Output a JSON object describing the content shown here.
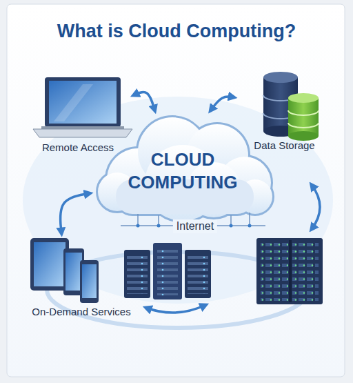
{
  "diagram": {
    "title": "What is Cloud Computing?",
    "nodes": [
      {
        "text": [
          "Remote Access"
        ]
      },
      {
        "text": [
          "Data Storage"
        ]
      },
      {
        "text": [
          "CLOUD COMPUTING",
          "Internet"
        ]
      },
      {
        "text": [
          "On-Demand Services"
        ]
      }
    ],
    "edges": [
      {
        "from": 0,
        "to": 2,
        "arrow": "both"
      },
      {
        "from": 2,
        "to": 1,
        "arrow": "both"
      },
      {
        "from": 2,
        "to": 3,
        "arrow": "both"
      }
    ]
  }
}
